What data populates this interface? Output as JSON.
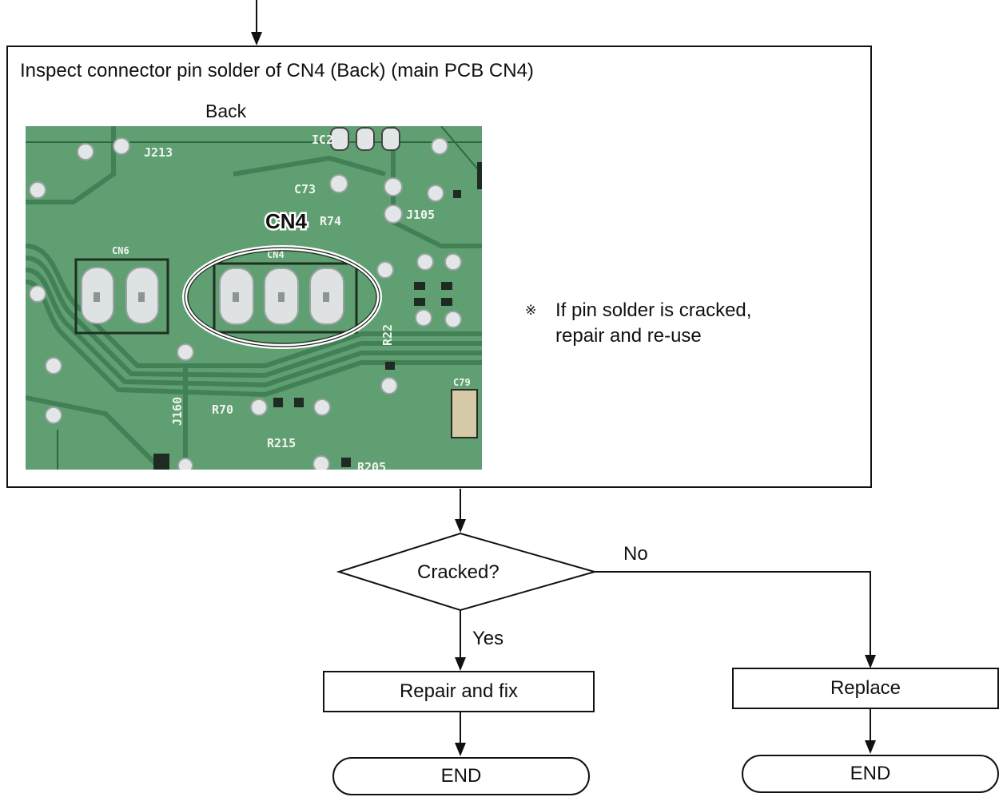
{
  "inspect": {
    "title": "Inspect connector pin solder of CN4 (Back) (main PCB CN4)",
    "photo_caption": "Back",
    "note_mark": "※",
    "note_line1": "If pin solder is cracked,",
    "note_line2": "repair and re-use"
  },
  "photo": {
    "callout": "CN4",
    "silkscreen": [
      "J213",
      "IC2",
      "C73",
      "R74",
      "J105",
      "CN6",
      "CN4",
      "R22",
      "R70",
      "R215",
      "R205",
      "J160",
      "C79"
    ]
  },
  "decision": {
    "question": "Cracked?",
    "no_label": "No",
    "yes_label": "Yes"
  },
  "repair": {
    "label": "Repair and fix",
    "end_label": "END"
  },
  "replace": {
    "label": "Replace",
    "end_label": "END"
  },
  "colors": {
    "line": "#111111",
    "pcb_green": "#5d9e6f",
    "trace_green": "#2f6f43",
    "solder": "#d9dcdc"
  }
}
